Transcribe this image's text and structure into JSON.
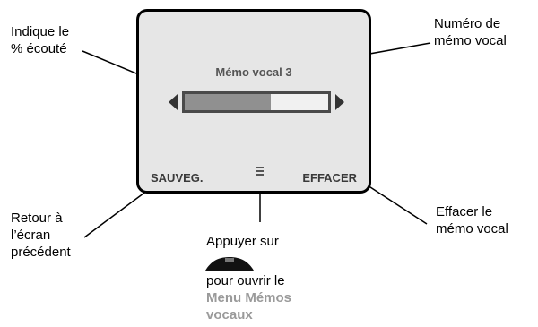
{
  "screen": {
    "memo_title": "Mémo vocal 3",
    "progress_fraction": 0.6,
    "left_softkey": "SAUVEG.",
    "right_softkey": "EFFACER",
    "menu_icon": "menu-icon"
  },
  "callouts": {
    "percent": [
      "Indique le",
      "% écouté"
    ],
    "memo_number": [
      "Numéro de",
      "mémo vocal"
    ],
    "back": [
      "Retour à",
      "l’écran",
      "précédent"
    ],
    "delete": [
      "Effacer le",
      "mémo vocal"
    ],
    "press": "Appuyer sur",
    "open_menu": "pour ouvrir le",
    "menu_name": [
      "Menu Mémos",
      "vocaux"
    ]
  },
  "icons": {
    "nav_key": "navigation-key-icon",
    "arrows": [
      "left-arrow-icon",
      "right-arrow-icon"
    ]
  },
  "colors": {
    "screen_bg": "#e6e6e6",
    "bar_fill": "#909090",
    "softkey_text": "#3a3a3a",
    "menu_name_text": "#9a9a9a"
  }
}
